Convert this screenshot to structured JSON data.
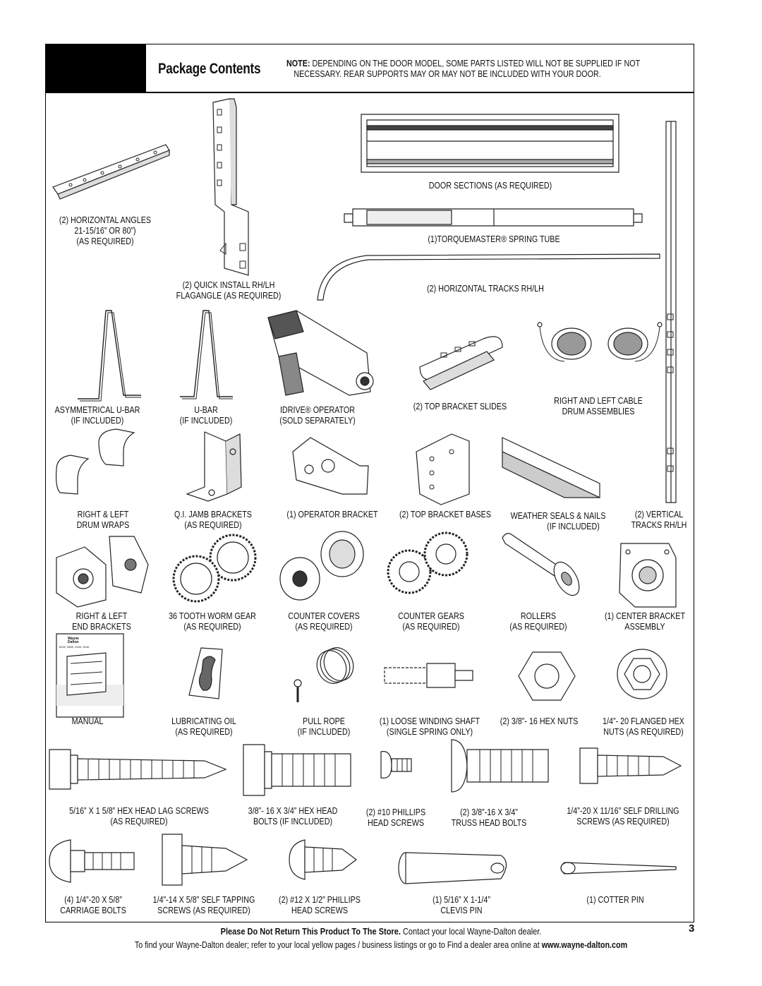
{
  "header": {
    "title": "Package Contents",
    "note_prefix": "NOTE:",
    "note_line1": "DEPENDING ON THE DOOR MODEL, SOME PARTS LISTED WILL NOT BE SUPPLIED IF NOT",
    "note_line2": "NECESSARY. REAR SUPPORTS MAY OR MAY NOT BE INCLUDED WITH YOUR DOOR."
  },
  "parts": {
    "horizontal_angles": [
      "(2) HORIZONTAL ANGLES",
      "21-15/16” OR 80”)",
      "(AS REQUIRED)"
    ],
    "flagangle": [
      "(2) QUICK INSTALL RH/LH",
      "FLAGANGLE (AS REQUIRED)"
    ],
    "door_sections": [
      "DOOR SECTIONS (AS REQUIRED)"
    ],
    "spring_tube": [
      "(1)TORQUEMASTER® SPRING TUBE"
    ],
    "horizontal_tracks": [
      "(2) HORIZONTAL TRACKS RH/LH"
    ],
    "asym_ubar": [
      "ASYMMETRICAL U-BAR",
      "(IF INCLUDED)"
    ],
    "ubar": [
      "U-BAR",
      "(IF INCLUDED)"
    ],
    "idrive": [
      "IDRIVE® OPERATOR",
      "(SOLD SEPARATELY)"
    ],
    "top_bracket_slides": [
      "(2) TOP BRACKET SLIDES"
    ],
    "cable_drums": [
      "RIGHT AND LEFT CABLE",
      "DRUM ASSEMBLIES"
    ],
    "drum_wraps": [
      "RIGHT & LEFT",
      "DRUM WRAPS"
    ],
    "jamb_brackets": [
      "Q.I. JAMB BRACKETS",
      "(AS REQUIRED)"
    ],
    "operator_bracket": [
      "(1) OPERATOR BRACKET"
    ],
    "top_bracket_bases": [
      "(2) TOP BRACKET BASES"
    ],
    "weather_seals": [
      "WEATHER SEALS & NAILS",
      "(IF INCLUDED)"
    ],
    "vertical_tracks": [
      "(2) VERTICAL",
      "TRACKS RH/LH"
    ],
    "end_brackets": [
      "RIGHT & LEFT",
      "END BRACKETS"
    ],
    "worm_gear": [
      "36 TOOTH WORM GEAR",
      "(AS REQUIRED)"
    ],
    "counter_covers": [
      "COUNTER COVERS",
      "(AS REQUIRED)"
    ],
    "counter_gears": [
      "COUNTER GEARS",
      "(AS REQUIRED)"
    ],
    "rollers": [
      "ROLLERS",
      "(AS REQUIRED)"
    ],
    "center_bracket": [
      "(1) CENTER BRACKET",
      "ASSEMBLY"
    ],
    "manual": [
      "MANUAL"
    ],
    "lubricating_oil": [
      "LUBRICATING OIL",
      "(AS REQUIRED)"
    ],
    "pull_rope": [
      "PULL ROPE",
      "(IF INCLUDED)"
    ],
    "winding_shaft": [
      "(1) LOOSE WINDING SHAFT",
      "(SINGLE SPRING ONLY)"
    ],
    "hex_nuts": [
      "(2) 3/8”- 16 HEX NUTS"
    ],
    "flanged_hex": [
      "1/4”- 20 FLANGED HEX",
      "NUTS (AS REQUIRED)"
    ],
    "lag_screws": [
      "5/16” X 1 5/8” HEX HEAD LAG SCREWS",
      "(AS REQUIRED)"
    ],
    "hex_bolts": [
      "3/8”- 16 X 3/4” HEX HEAD",
      "BOLTS (IF INCLUDED)"
    ],
    "phillips_10": [
      "(2) #10 PHILLIPS",
      "HEAD SCREWS"
    ],
    "truss_bolts": [
      "(2) 3/8”-16 X 3/4”",
      "TRUSS HEAD BOLTS"
    ],
    "self_drilling": [
      "1/4”-20 X 11/16” SELF DRILLING",
      "SCREWS (AS REQUIRED)"
    ],
    "carriage_bolts": [
      "(4) 1/4”-20 X 5/8”",
      "CARRIAGE BOLTS"
    ],
    "self_tapping": [
      "1/4”-14 X 5/8” SELF TAPPING",
      "SCREWS (AS REQUIRED)"
    ],
    "phillips_12": [
      "(2) #12 X 1/2” PHILLIPS",
      "HEAD SCREWS"
    ],
    "clevis_pin": [
      "(1) 5/16” X 1-1/4”",
      "CLEVIS PIN"
    ],
    "cotter_pin": [
      "(1) COTTER PIN"
    ]
  },
  "manual_cover": {
    "brand": "Wayne Dalton",
    "models": "8100, 9800, 9100, 9140"
  },
  "footer": {
    "bold": "Please Do Not Return This Product To The Store.",
    "rest": " Contact your local Wayne-Dalton dealer.",
    "line2_prefix": "To find your Wayne-Dalton dealer; refer to your local yellow pages / business listings or go to Find a dealer area online at ",
    "url": "www.wayne-dalton.com",
    "page_number": "3"
  }
}
